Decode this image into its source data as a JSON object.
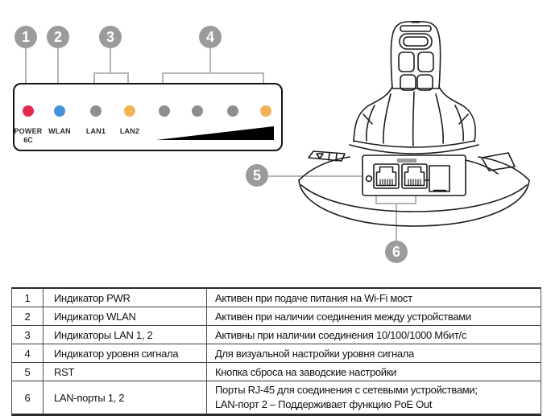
{
  "illustration": {
    "callouts": {
      "c1": "1",
      "c2": "2",
      "c3": "3",
      "c4": "4",
      "c5": "5",
      "c6": "6"
    },
    "callout_color": "#9a9b9d",
    "panel_labels": {
      "power": "POWER",
      "power_sub": "6C",
      "wlan": "WLAN",
      "lan1": "LAN1",
      "lan2": "LAN2"
    },
    "led_colors": {
      "power": "#e32b4f",
      "wlan": "#4693d8",
      "off": "#8d8e90",
      "amber": "#f4b257"
    }
  },
  "table": {
    "rows": [
      {
        "num": "1",
        "name": "Индикатор PWR",
        "desc": "Активен при подаче питания на Wi-Fi мост"
      },
      {
        "num": "2",
        "name": "Индикатор WLAN",
        "desc": "Активен при наличии соединения между устройствами"
      },
      {
        "num": "3",
        "name": "Индикаторы LAN 1, 2",
        "desc": "Активны при наличии соединения 10/100/1000 Мбит/с"
      },
      {
        "num": "4",
        "name": "Индикатор уровня сигнала",
        "desc": "Для визуальной настройки уровня сигнала"
      },
      {
        "num": "5",
        "name": "RST",
        "desc": "Кнопка сброса на заводские настройки"
      },
      {
        "num": "6",
        "name": "LAN-порты 1, 2",
        "desc": "Порты RJ-45 для соединения с сетевыми устройствами;",
        "desc2": "LAN-порт 2 – Поддерживает функцию PoE Out"
      }
    ]
  }
}
